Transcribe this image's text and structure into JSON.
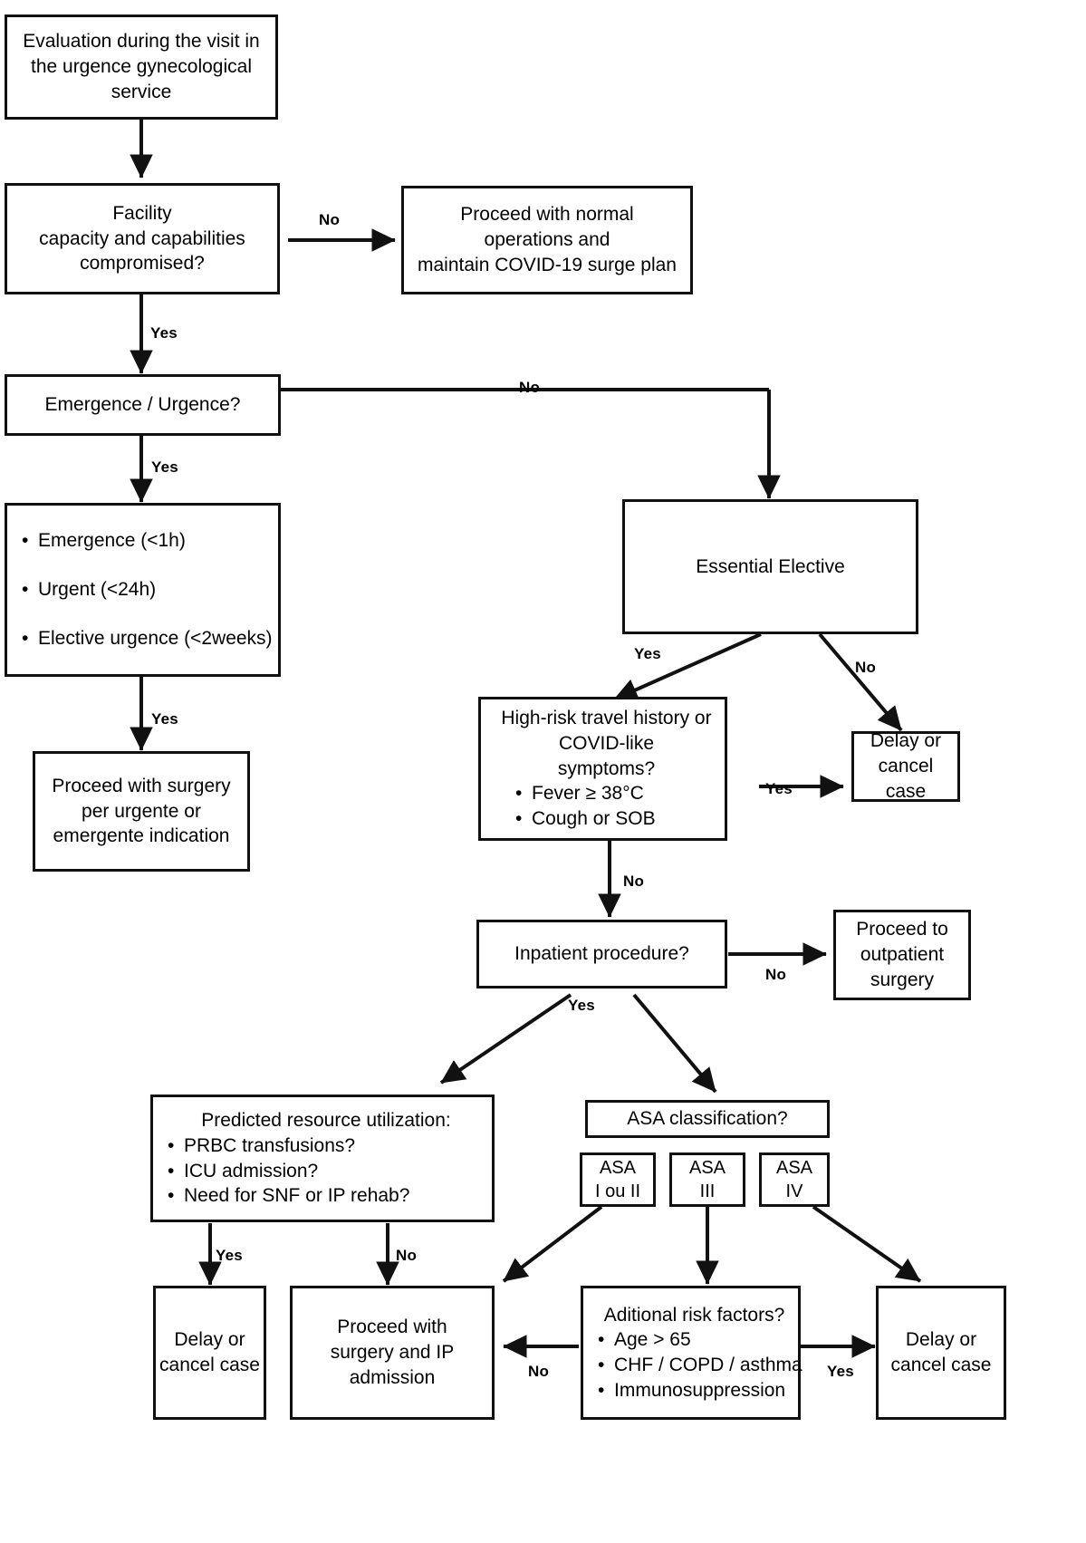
{
  "diagram": {
    "title": "Surgical triage flowchart for urgent gynecological service during COVID-19",
    "type": "flowchart",
    "colors": {
      "stroke": "#111111",
      "background": "#ffffff",
      "text": "#000000"
    }
  },
  "nodes": {
    "evaluation": {
      "lines": [
        "Evaluation during the visit in",
        "the urgence gynecological",
        "service"
      ]
    },
    "facility": {
      "lines": [
        "Facility",
        "capacity and capabilities",
        "compromised?"
      ]
    },
    "normal_ops": {
      "lines": [
        "Proceed with normal",
        "operations and",
        "maintain COVID-19 surge plan"
      ]
    },
    "emergence_urgence": {
      "lines": [
        "Emergence / Urgence?"
      ]
    },
    "urgency_levels": {
      "bullets": [
        "Emergence (<1h)",
        "Urgent (<24h)",
        "Elective urgence (<2weeks)"
      ]
    },
    "proceed_urgent": {
      "lines": [
        "Proceed with surgery",
        "per urgente or",
        "emergente indication"
      ]
    },
    "essential_elective": {
      "lines": [
        "Essential Elective"
      ]
    },
    "covid_screen": {
      "title": [
        "High-risk travel history or",
        "COVID-like",
        "symptoms?"
      ],
      "bullets": [
        "Fever ≥ 38°C",
        "Cough or SOB"
      ]
    },
    "delay_cancel_1": {
      "lines": [
        "Delay or",
        "cancel",
        "case"
      ]
    },
    "inpatient": {
      "lines": [
        "Inpatient procedure?"
      ]
    },
    "outpatient": {
      "lines": [
        "Proceed to",
        "outpatient",
        "surgery"
      ]
    },
    "resource_util": {
      "title": [
        "Predicted resource utilization:"
      ],
      "bullets": [
        "PRBC transfusions?",
        "ICU admission?",
        "Need for SNF or IP rehab?"
      ]
    },
    "asa_classification": {
      "lines": [
        "ASA classification?"
      ]
    },
    "asa_1_2": {
      "lines": [
        "ASA",
        "I ou II"
      ]
    },
    "asa_3": {
      "lines": [
        "ASA",
        "III"
      ]
    },
    "asa_4": {
      "lines": [
        "ASA",
        "IV"
      ]
    },
    "delay_cancel_2": {
      "lines": [
        "Delay or",
        "cancel case"
      ]
    },
    "proceed_ip": {
      "lines": [
        "Proceed with",
        "surgery and IP",
        "admission"
      ]
    },
    "additional_risk": {
      "title": [
        "Aditional risk factors?"
      ],
      "bullets": [
        "Age > 65",
        "CHF / COPD / asthma",
        "Immunosuppression"
      ]
    },
    "delay_cancel_3": {
      "lines": [
        "Delay or",
        "cancel case"
      ]
    }
  },
  "edge_labels": {
    "facility_no": "No",
    "facility_yes": "Yes",
    "emergence_no": "No",
    "emergence_yes": "Yes",
    "urgency_yes": "Yes",
    "elective_yes": "Yes",
    "elective_no": "No",
    "covid_yes": "Yes",
    "covid_no": "No",
    "inpatient_no": "No",
    "inpatient_yes": "Yes",
    "resource_yes": "Yes",
    "resource_no": "No",
    "risk_no": "No",
    "risk_yes": "Yes"
  }
}
